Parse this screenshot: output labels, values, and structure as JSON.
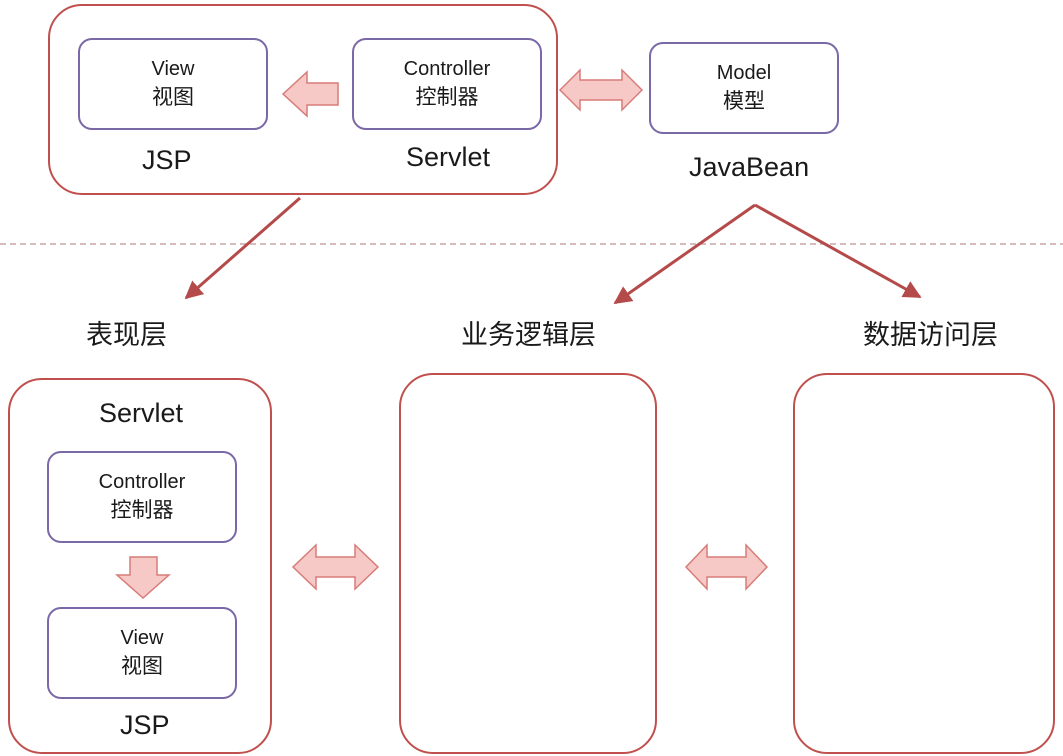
{
  "top": {
    "view": {
      "en": "View",
      "zh": "视图"
    },
    "controller": {
      "en": "Controller",
      "zh": "控制器"
    },
    "model": {
      "en": "Model",
      "zh": "模型"
    },
    "jsp_label": "JSP",
    "servlet_label": "Servlet",
    "javabean_label": "JavaBean"
  },
  "layers": {
    "presentation": "表现层",
    "business": "业务逻辑层",
    "data_access": "数据访问层"
  },
  "bottom": {
    "servlet_label": "Servlet",
    "controller": {
      "en": "Controller",
      "zh": "控制器"
    },
    "view": {
      "en": "View",
      "zh": "视图"
    },
    "jsp_label": "JSP"
  },
  "colors": {
    "container_border": "#c0504d",
    "inner_box_border": "#7b68a6",
    "block_arrow_fill": "#f7c9c6",
    "block_arrow_stroke": "#d77c78",
    "connector_arrow": "#b54a4a",
    "divider": "#c9a5a5"
  }
}
